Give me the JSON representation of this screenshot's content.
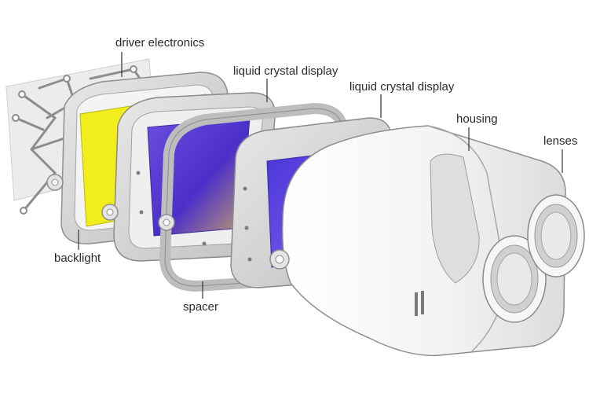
{
  "labels": {
    "driver_electronics": "driver electronics",
    "liquid_crystal_display_1": "liquid crystal display",
    "liquid_crystal_display_2": "liquid crystal display",
    "housing": "housing",
    "lenses": "lenses",
    "backlight": "backlight",
    "spacer": "spacer"
  },
  "colors": {
    "backlight_panel": "#f2ee1c",
    "lcd_panel": "#5a3fd6",
    "frame": "#d9d9d9",
    "frame_edge": "#9a9a9a",
    "housing": "#f1f1f1",
    "leader_line": "#333333",
    "text": "#2b2b2b"
  }
}
